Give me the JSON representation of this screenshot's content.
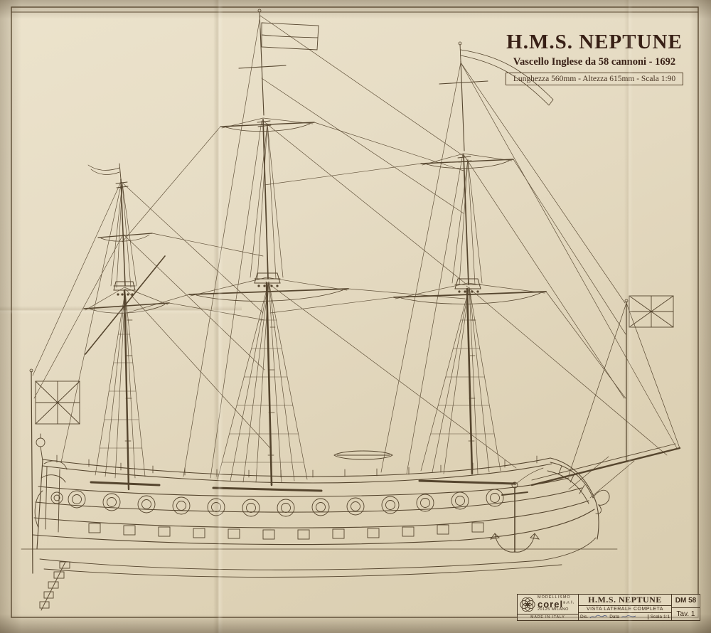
{
  "header": {
    "title": "H.M.S. NEPTUNE",
    "subtitle": "Vascello Inglese da 58 cannoni - 1692",
    "spec": "Lunghezza 560mm - Altezza 615mm - Scala 1:90"
  },
  "title_block": {
    "manufacturer": {
      "top": "MODELLISMO",
      "name": "corel",
      "suffix": "s.r.l.",
      "city": "20125 MILANO",
      "made_in": "MADE IN ITALY"
    },
    "sheet": {
      "title": "H.M.S. NEPTUNE",
      "subtitle": "VISTA LATERALE COMPLETA"
    },
    "code": "DM 58",
    "plate": "Tav. 1",
    "fields": {
      "dis_label": "Dis.",
      "data_label": "Data",
      "scala_label": "Scala",
      "scala_value": "1:1"
    }
  },
  "icons": {
    "flags": [
      "union-flag-ensign",
      "union-flag-jack",
      "masthead-flag",
      "fore-pennant"
    ],
    "logo": "corel-rosette-icon"
  },
  "colors": {
    "paper": "#e6dcc4",
    "ink": "#55452e",
    "title_ink": "#382016",
    "frame_ink": "#5d4c34",
    "handwriting_ink": "#41507e"
  }
}
